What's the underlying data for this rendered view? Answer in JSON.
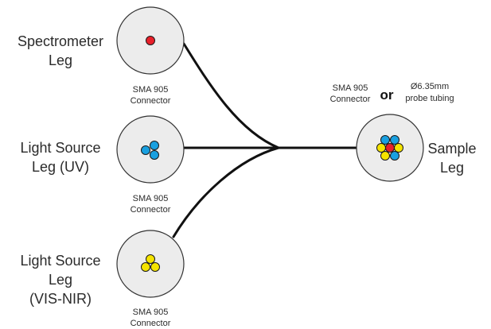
{
  "colors": {
    "red": "#e8202a",
    "blue": "#1aa0e0",
    "yellow": "#f5e400",
    "face": "#ececec",
    "cable": "#111111"
  },
  "legs": {
    "spectrometer": {
      "label_lines": [
        "Spectrometer",
        "Leg"
      ],
      "connector_lines": [
        "SMA 905",
        "Connector"
      ],
      "fibers": [
        "red"
      ]
    },
    "uv": {
      "label_lines": [
        "Light Source",
        "Leg (UV)"
      ],
      "connector_lines": [
        "SMA 905",
        "Connector"
      ],
      "fibers": [
        "blue",
        "blue",
        "blue"
      ]
    },
    "visnir": {
      "label_lines": [
        "Light Source",
        "Leg",
        "(VIS-NIR)"
      ],
      "connector_lines": [
        "SMA 905",
        "Connector"
      ],
      "fibers": [
        "yellow",
        "yellow",
        "yellow"
      ]
    },
    "sample": {
      "label_lines": [
        "Sample",
        "Leg"
      ],
      "connector_lines": [
        "SMA 905",
        "Connector"
      ],
      "or_text": "or",
      "tubing_lines": [
        "Ø6.35mm",
        "probe tubing"
      ],
      "fibers": [
        "red",
        "blue",
        "blue",
        "blue",
        "yellow",
        "yellow",
        "yellow"
      ]
    }
  }
}
